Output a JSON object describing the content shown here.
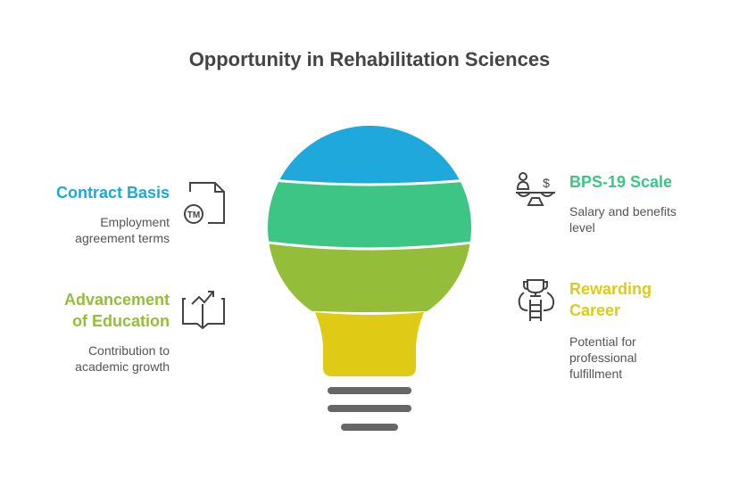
{
  "title": "Opportunity in Rehabilitation Sciences",
  "items": [
    {
      "heading": "Contract Basis",
      "description": [
        "Employment",
        "agreement terms"
      ],
      "icon": "trademark-document-icon",
      "color": "#1EA8DB"
    },
    {
      "heading": "BPS-19 Scale",
      "description": [
        "Salary and benefits",
        "level"
      ],
      "icon": "salary-scale-icon",
      "color": "#3CC584"
    },
    {
      "heading": [
        "Advancement",
        "of Education"
      ],
      "description": [
        "Contribution to",
        "academic growth"
      ],
      "icon": "growth-book-icon",
      "color": "#94BE3A"
    },
    {
      "heading": [
        "Rewarding",
        "Career"
      ],
      "description": [
        "Potential for",
        "professional",
        "fulfillment"
      ],
      "icon": "trophy-ladder-icon",
      "color": "#DFCB16"
    }
  ]
}
